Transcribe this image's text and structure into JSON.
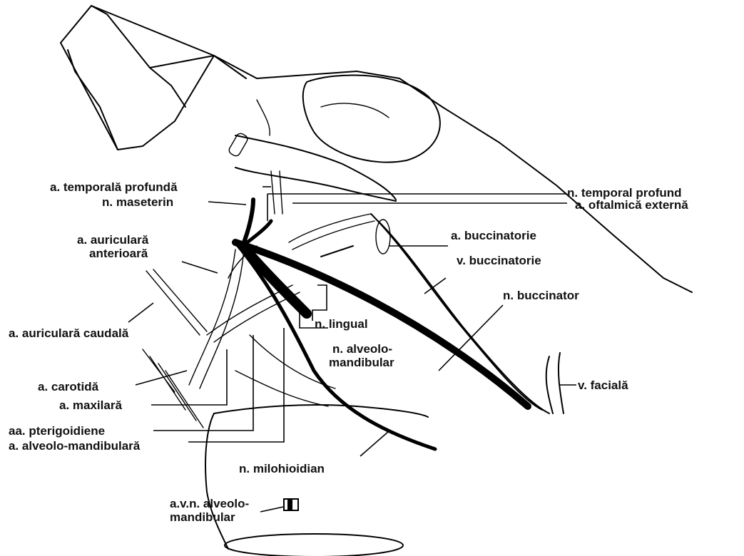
{
  "labels": {
    "temporala_profunda": "a. temporală profundă",
    "maseterin": "n. maseterin",
    "temporal_profund": "n. temporal profund",
    "oftalmica_externa": "a. oftalmică externă",
    "buccinatorie_a": "a. buccinatorie",
    "auriculara_anterioara_1": "a. auriculară",
    "auriculara_anterioara_2": "anterioară",
    "buccinatorie_v": "v. buccinatorie",
    "buccinator_n": "n. buccinator",
    "auriculara_caudala": "a. auriculară caudală",
    "lingual": "n. lingual",
    "alveolo_mandibular_n_1": "n. alveolo-",
    "alveolo_mandibular_n_2": "mandibular",
    "carotida": "a. carotidă",
    "faciala": "v. facială",
    "maxilara": "a. maxilară",
    "pterigoidiene": "aa. pterigoidiene",
    "alveolo_mandibulara": "a. alveolo-mandibulară",
    "milohioidian": "n. milohioidian",
    "avn_1": "a.v.n. alveolo-",
    "avn_2": "mandibular"
  },
  "colors": {
    "ink": "#000000",
    "background": "#ffffff"
  }
}
